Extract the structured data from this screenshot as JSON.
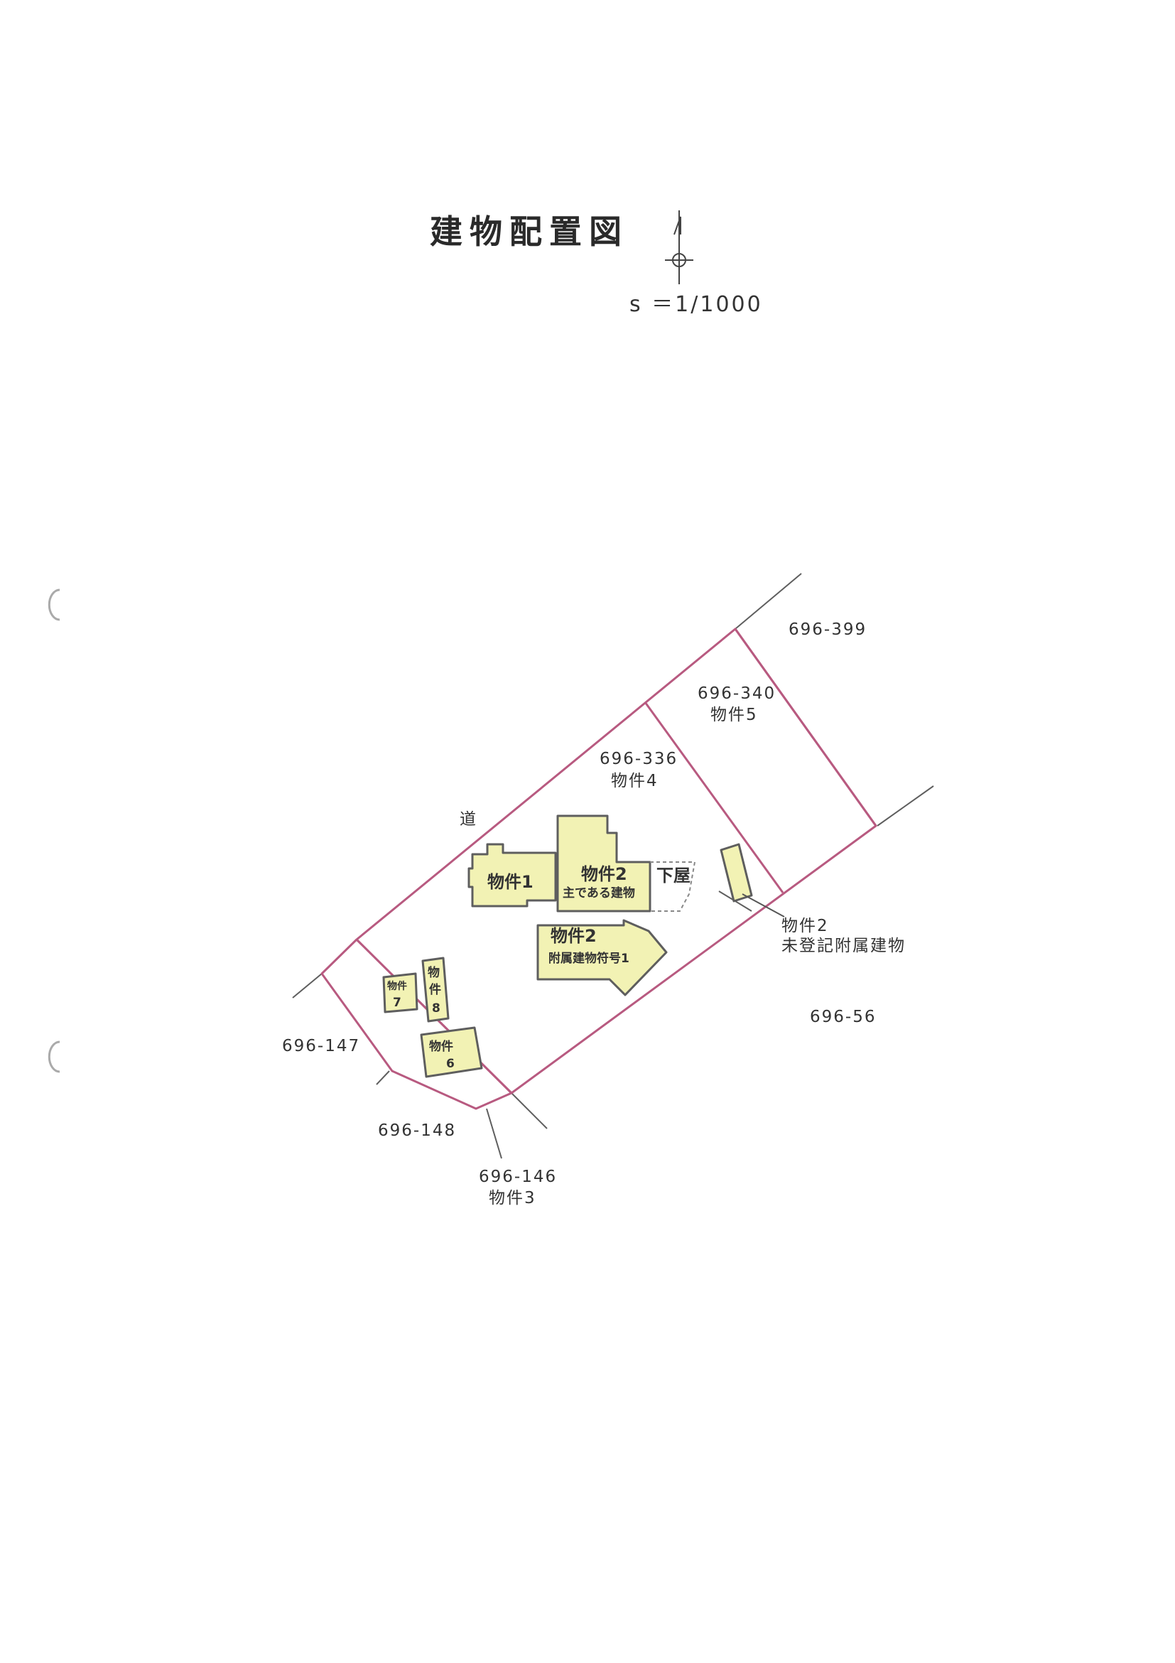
{
  "title": "建物配置図",
  "scale": "s ＝1/1000",
  "colors": {
    "parcel_line": "#b85a80",
    "building_fill": "#f2f2b4",
    "building_stroke": "#5e5e5e",
    "outer_line": "#5e5e5e",
    "text": "#333333"
  },
  "lots": {
    "l399": "696-399",
    "l340": "696-340",
    "l340_item": "物件5",
    "l336": "696-336",
    "l336_item": "物件4",
    "l56": "696-56",
    "l147": "696-147",
    "l148": "696-148",
    "l146": "696-146",
    "l146_item": "物件3",
    "road": "道"
  },
  "buildings": {
    "b1": "物件1",
    "b2_main_1": "物件2",
    "b2_main_2": "主である建物",
    "shimoya": "下屋",
    "b2_annex_1": "物件2",
    "b2_annex_2": "附属建物符号1",
    "b2_unreg_1": "物件2",
    "b2_unreg_2": "未登記附属建物",
    "b6_1": "物件",
    "b6_2": "6",
    "b7_1": "物件",
    "b7_2": "7",
    "b8_1": "物",
    "b8_2": "件",
    "b8_3": "8"
  }
}
